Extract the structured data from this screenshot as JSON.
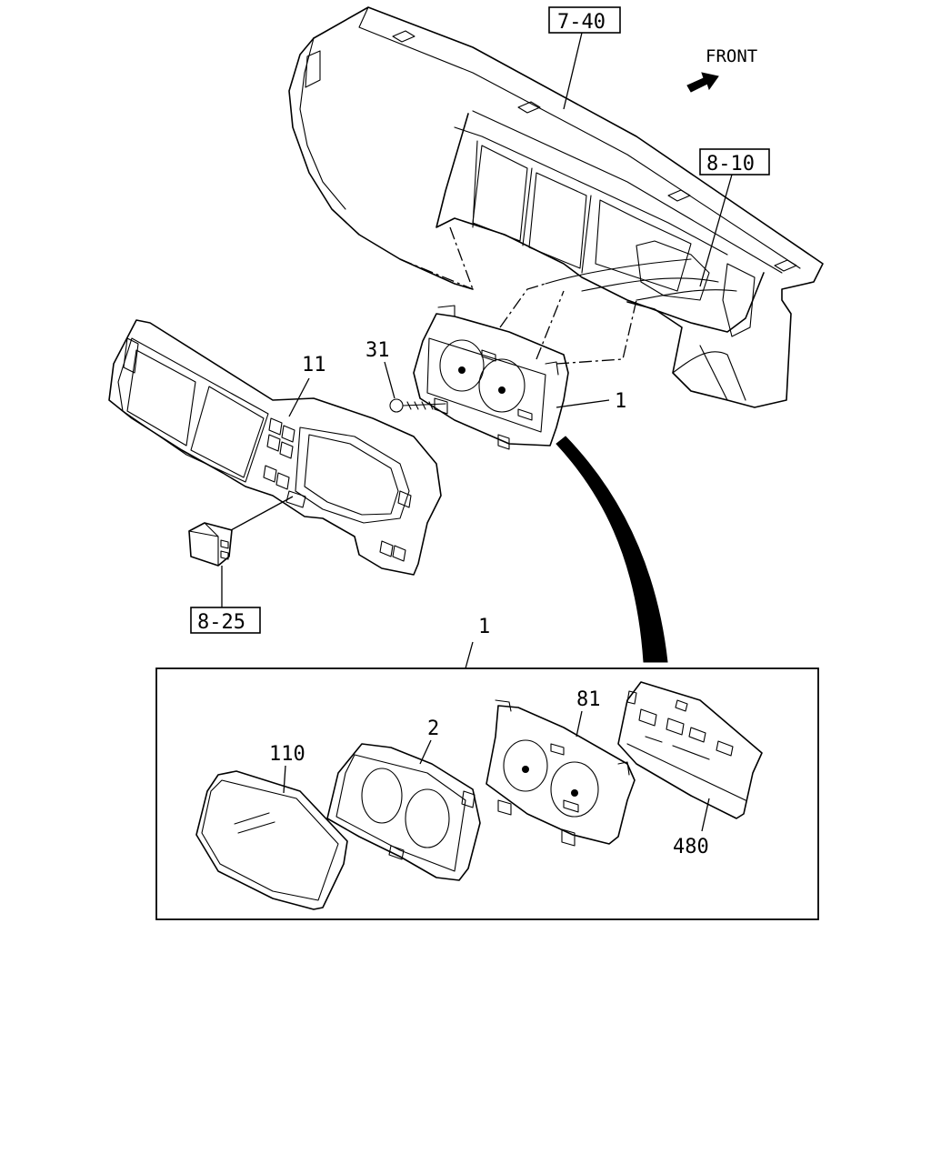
{
  "orientation": {
    "label": "FRONT",
    "icon": "arrow-icon"
  },
  "references": {
    "ref_7_40": "7-40",
    "ref_8_10": "8-10",
    "ref_8_25": "8-25"
  },
  "callouts": {
    "c31": "31",
    "c11": "11",
    "c1_main": "1",
    "c1_detail": "1",
    "c110": "110",
    "c2": "2",
    "c81": "81",
    "c480": "480"
  }
}
